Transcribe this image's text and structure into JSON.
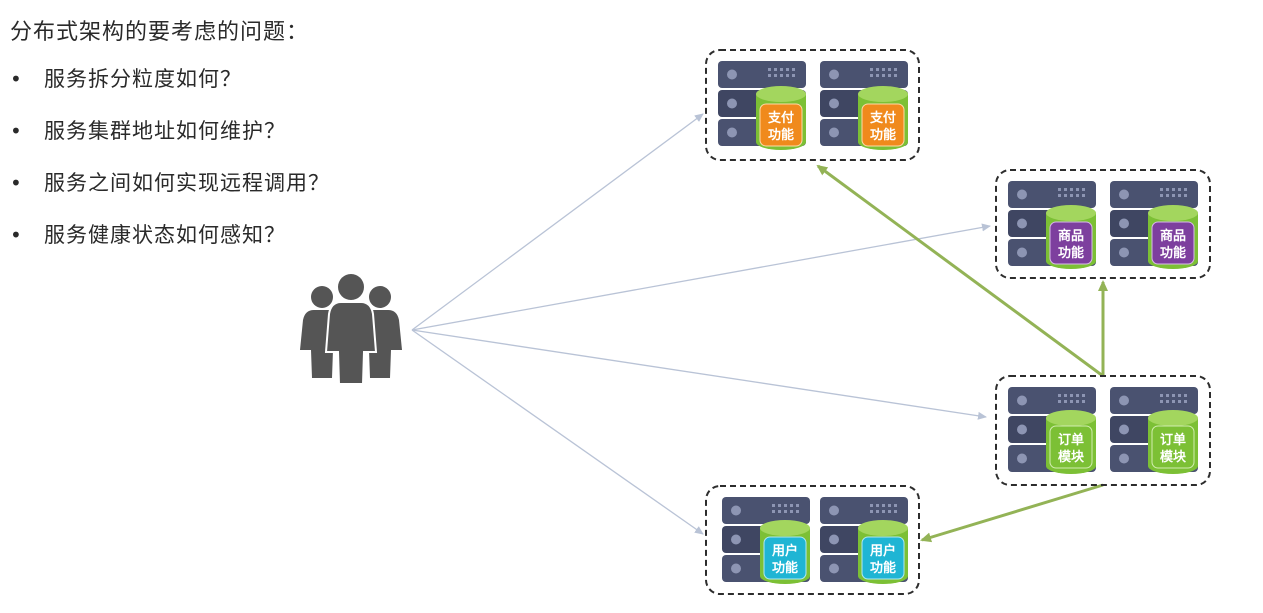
{
  "title": "分布式架构的要考虑的问题：",
  "questions": [
    "服务拆分粒度如何？",
    "服务集群地址如何维护？",
    "服务之间如何实现远程调用？",
    "服务健康状态如何感知？"
  ],
  "clusters": {
    "payment": {
      "line1": "支付",
      "line2": "功能",
      "color": "#f08a1c"
    },
    "product": {
      "line1": "商品",
      "line2": "功能",
      "color": "#7d3f9e"
    },
    "order": {
      "line1": "订单",
      "line2": "模块",
      "color": "#7cc035"
    },
    "user": {
      "line1": "用户",
      "line2": "功能",
      "color": "#1fb5d4"
    }
  },
  "colors": {
    "server": "#4a5270",
    "client_arrow": "#b9c3d6",
    "service_arrow": "#93b356",
    "users_icon": "#555555"
  },
  "icons": {
    "users": "group-of-users-icon",
    "server": "server-rack-icon"
  }
}
